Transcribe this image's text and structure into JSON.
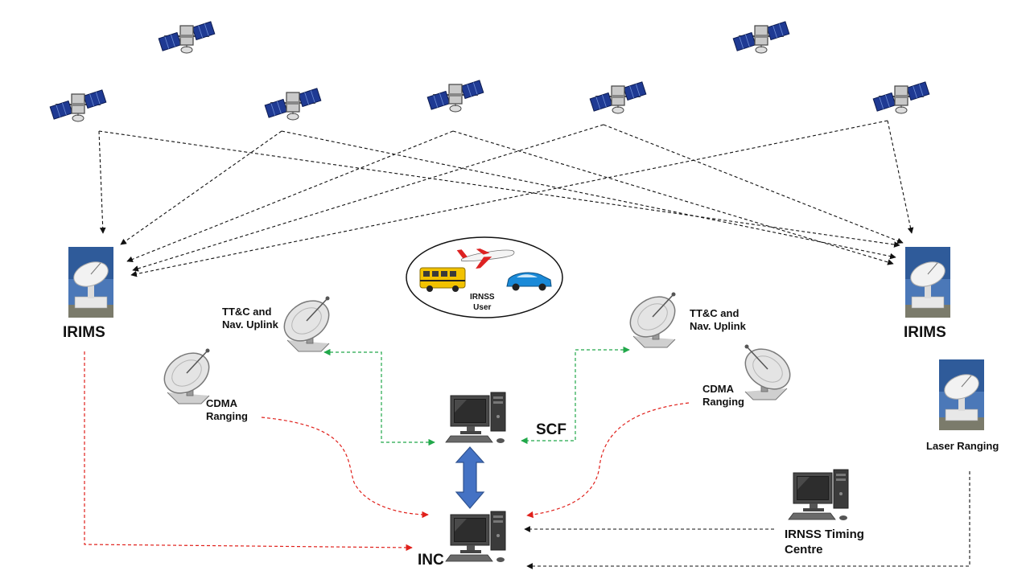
{
  "labels": {
    "irims_left": "IRIMS",
    "irims_right": "IRIMS",
    "ttc_left": [
      "TT&C and",
      "Nav. Uplink"
    ],
    "ttc_right": [
      "TT&C and",
      "Nav. Uplink"
    ],
    "cdma_left": [
      "CDMA",
      "Ranging"
    ],
    "cdma_right": [
      "CDMA",
      "Ranging"
    ],
    "user": [
      "IRNSS",
      "User"
    ],
    "scf": "SCF",
    "inc": "INC",
    "laser": "Laser Ranging",
    "timing": [
      "IRNSS Timing",
      "Centre"
    ]
  },
  "colors": {
    "black_link": "#111111",
    "red_link": "#e0201b",
    "green_link": "#21a84a",
    "double_arrow": "#4472c4",
    "solar_panel": "#1f3a93"
  },
  "icons": {
    "satellite": "satellite-icon",
    "dish": "dish-antenna-icon",
    "station": "ground-station-photo-icon",
    "computer": "computer-icon",
    "bus": "school-bus-icon",
    "plane": "airplane-icon",
    "car": "car-icon"
  }
}
